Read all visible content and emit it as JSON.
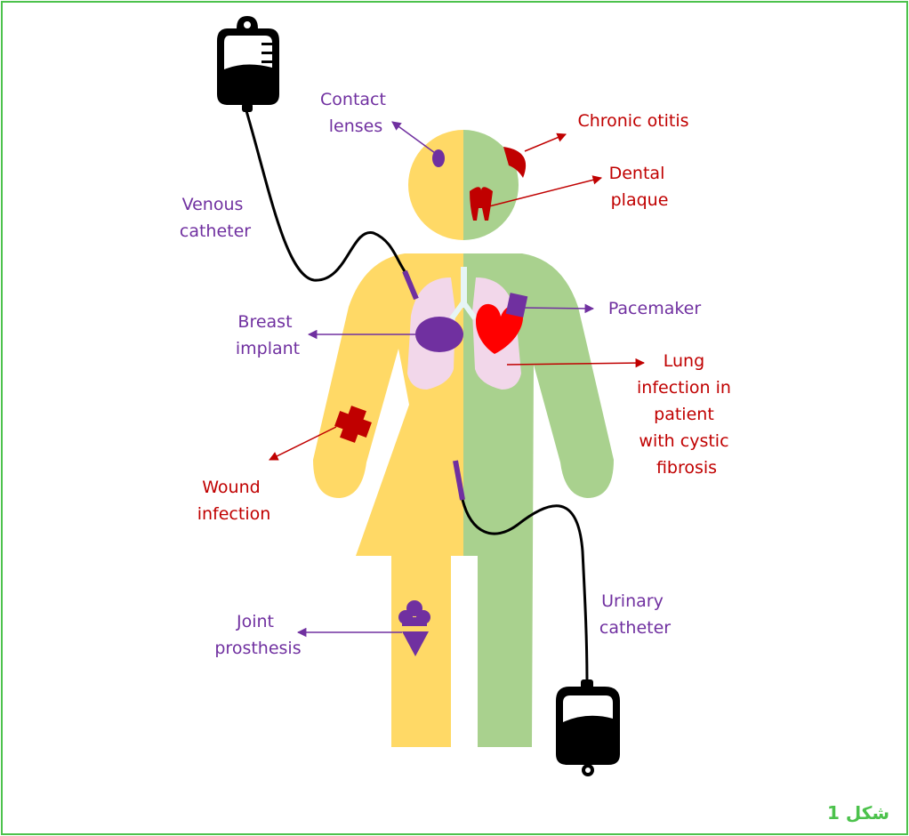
{
  "colors": {
    "female": "#ffd966",
    "male": "#a9d18e",
    "purple": "#7030a0",
    "red": "#c00000",
    "lung": "#f2d7ea",
    "heart": "#ff0000",
    "frame": "#4cc24c"
  },
  "labels": {
    "contact_lenses": [
      "Contact",
      "lenses"
    ],
    "chronic_otitis": [
      "Chronic otitis"
    ],
    "dental_plaque": [
      "Dental",
      "plaque"
    ],
    "venous_catheter": [
      "Venous",
      "catheter"
    ],
    "pacemaker": [
      "Pacemaker"
    ],
    "breast_implant": [
      "Breast",
      "implant"
    ],
    "lung_infection": [
      "Lung",
      "infection in",
      "patient",
      "with cystic",
      "fibrosis"
    ],
    "wound_infection": [
      "Wound",
      "infection"
    ],
    "urinary_catheter": [
      "Urinary",
      "catheter"
    ],
    "joint_prosthesis": [
      "Joint",
      "prosthesis"
    ]
  },
  "icons": [
    "iv-bag-icon",
    "urine-bag-icon",
    "tooth-icon",
    "ear-icon",
    "heart-icon",
    "lungs-icon",
    "bandage-icon",
    "joint-prosthesis-icon",
    "pacemaker-icon",
    "breast-implant-icon",
    "contact-lens-icon"
  ],
  "caption": "شكل 1"
}
